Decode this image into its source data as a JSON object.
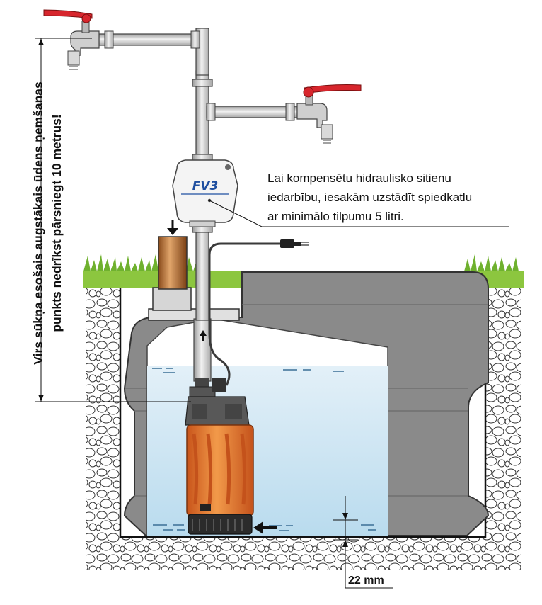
{
  "callout": {
    "line1": "Lai kompensētu hidraulisko sitienu",
    "line2": "iedarbību, iesakām uzstādīt spiedkatlu",
    "line3": "ar minimālo tilpumu 5 litri."
  },
  "vertical_note": {
    "line1": "Virs sūkņa esošais augstākais ūdens ņemšanas",
    "line2": "punkts nedrīkst pārsniegt 10 metrus!"
  },
  "pressure_tank_label": "FV3",
  "clearance_label": "22 mm",
  "colors": {
    "tank_gray": "#8a8a8a",
    "water": "#cfe6f2",
    "pump_orange": "#e9782a",
    "grass": "#8cc63f",
    "valve_red": "#d7262d",
    "brand_blue": "#1f4fa0"
  }
}
